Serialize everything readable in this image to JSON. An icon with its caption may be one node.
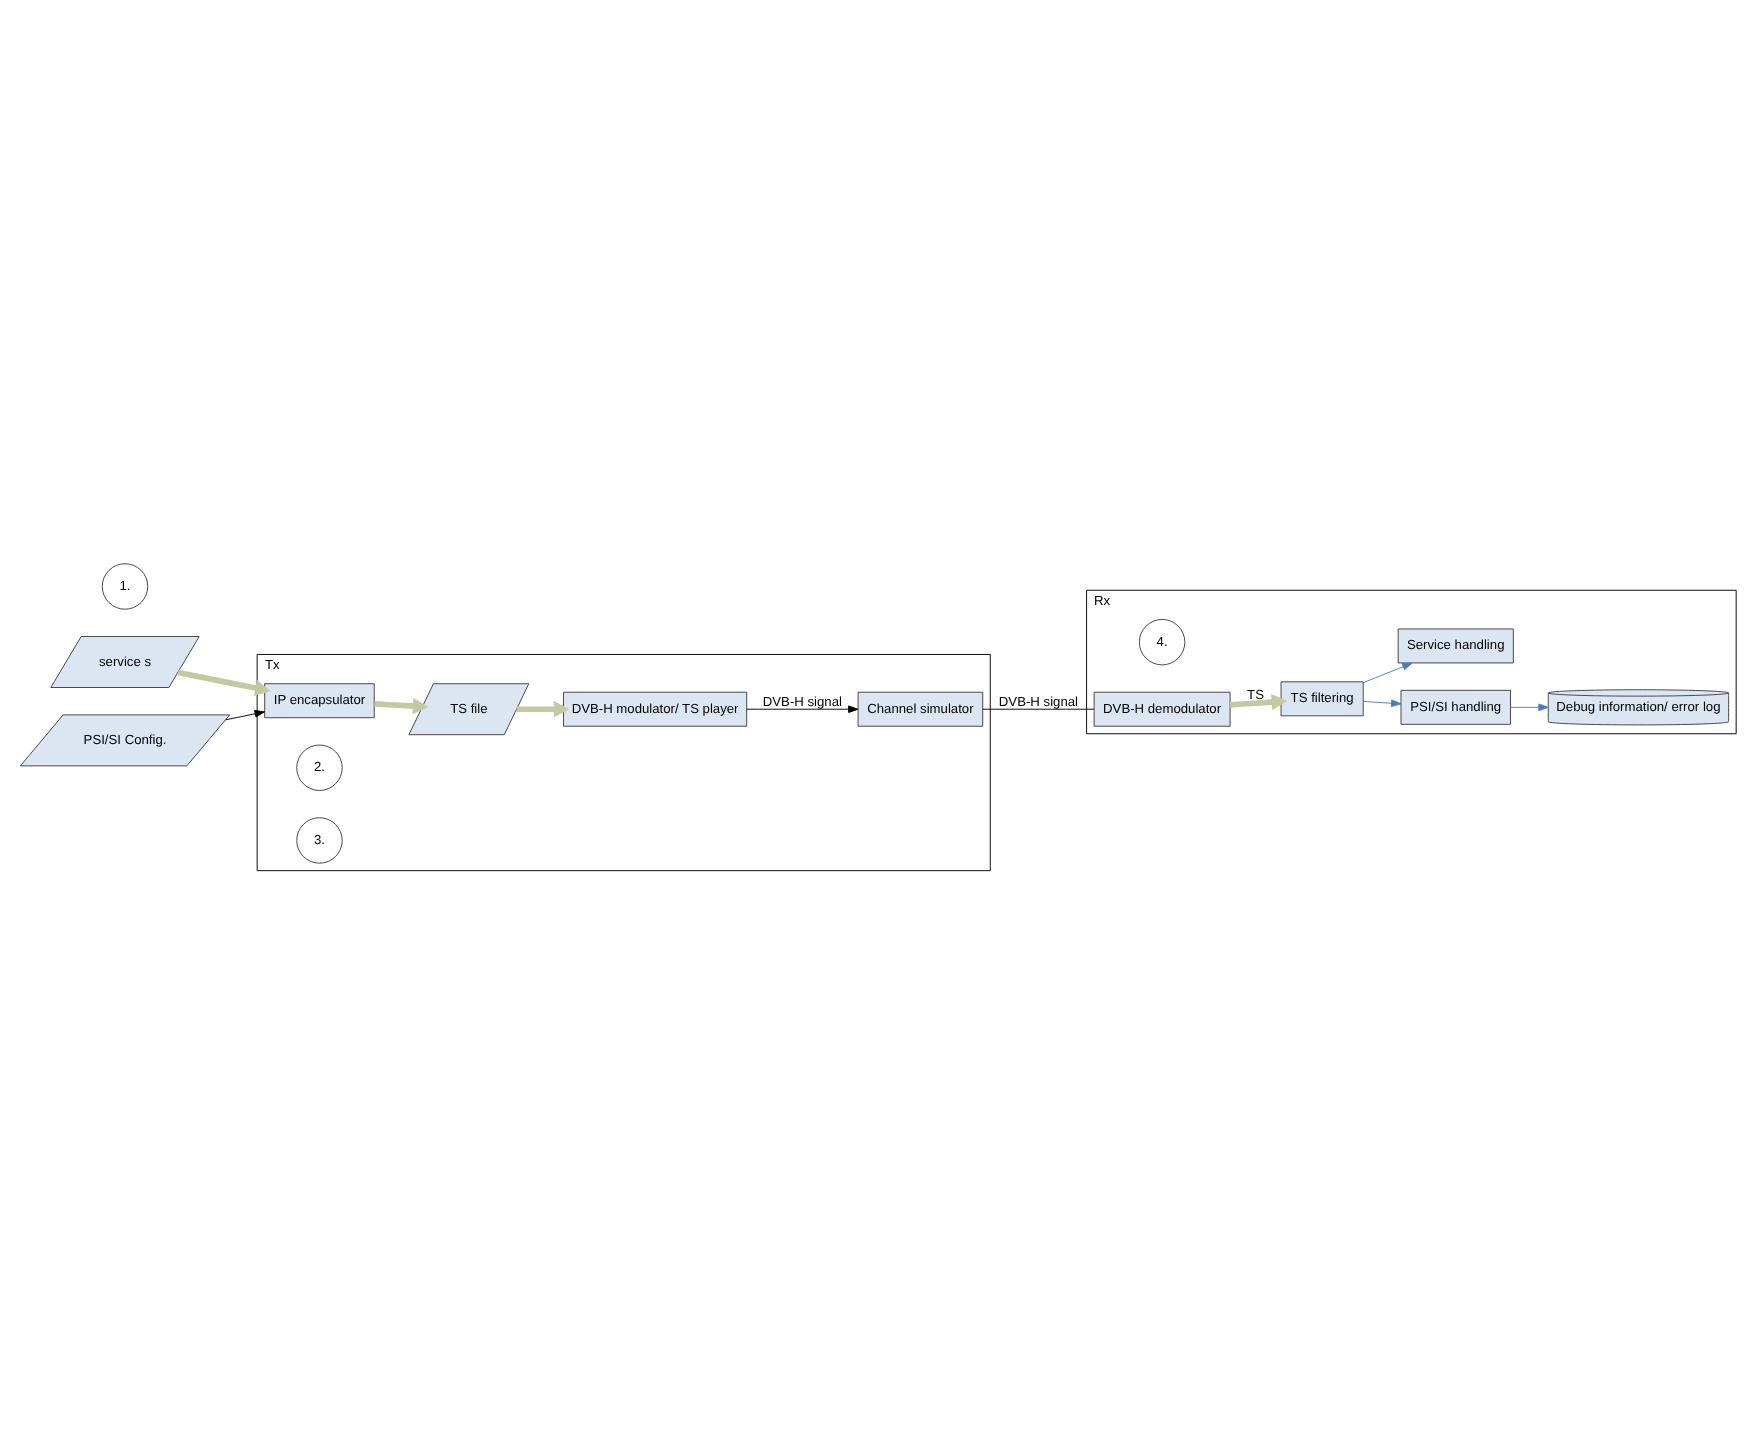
{
  "diagram": {
    "nodes": [
      {
        "text": [
          "Tx"
        ]
      },
      {
        "text": [
          "service s"
        ]
      },
      {
        "text": [
          "PSI/SI Config."
        ]
      },
      {
        "text": [
          "1."
        ]
      },
      {
        "text": [
          "IP encapsulator"
        ],
        "in": 0
      },
      {
        "text": [
          "2."
        ],
        "in": 0
      },
      {
        "text": [
          "TS file"
        ],
        "in": 0
      },
      {
        "text": [
          "DVB-H modulator/ TS player"
        ],
        "in": 0
      },
      {
        "text": [
          "Channel simulator"
        ],
        "in": 0
      },
      {
        "text": [
          "3."
        ],
        "in": 0
      },
      {
        "text": [
          "Rx"
        ]
      },
      {
        "text": [
          "Debug information/ error log"
        ],
        "in": 10
      },
      {
        "text": [
          "4."
        ],
        "in": 10
      },
      {
        "text": [
          "PSI/SI handling"
        ],
        "in": 10
      },
      {
        "text": [
          "DVB-H demodulator"
        ],
        "in": 10
      },
      {
        "text": [
          "TS filtering"
        ],
        "in": 10
      },
      {
        "text": [
          "Service handling"
        ],
        "in": 10
      }
    ],
    "edges": [
      {
        "from": 1,
        "to": 4,
        "arrow": "to",
        "style": "thick",
        "color": "#c3c9a0"
      },
      {
        "from": 2,
        "to": 4,
        "arrow": "to",
        "color": "#000000"
      },
      {
        "from": 4,
        "to": 6,
        "arrow": "to",
        "style": "thick",
        "color": "#c3c9a0"
      },
      {
        "from": 6,
        "to": 7,
        "arrow": "to",
        "style": "thick",
        "color": "#c3c9a0"
      },
      {
        "from": 7,
        "to": 8,
        "arrow": "to",
        "label": "DVB-H signal",
        "color": "#000000"
      },
      {
        "from": 8,
        "to": 14,
        "arrow": "none",
        "label": "DVB-H signal",
        "color": "#000000"
      },
      {
        "from": 14,
        "to": 15,
        "arrow": "to",
        "label": "TS",
        "style": "thick",
        "color": "#c3c9a0"
      },
      {
        "from": 15,
        "to": 13,
        "arrow": "to",
        "color": "#4a7ebb"
      },
      {
        "from": 15,
        "to": 16,
        "arrow": "to",
        "color": "#4a7ebb"
      },
      {
        "from": 13,
        "to": 11,
        "arrow": "to",
        "color": "#4a7ebb"
      }
    ]
  }
}
